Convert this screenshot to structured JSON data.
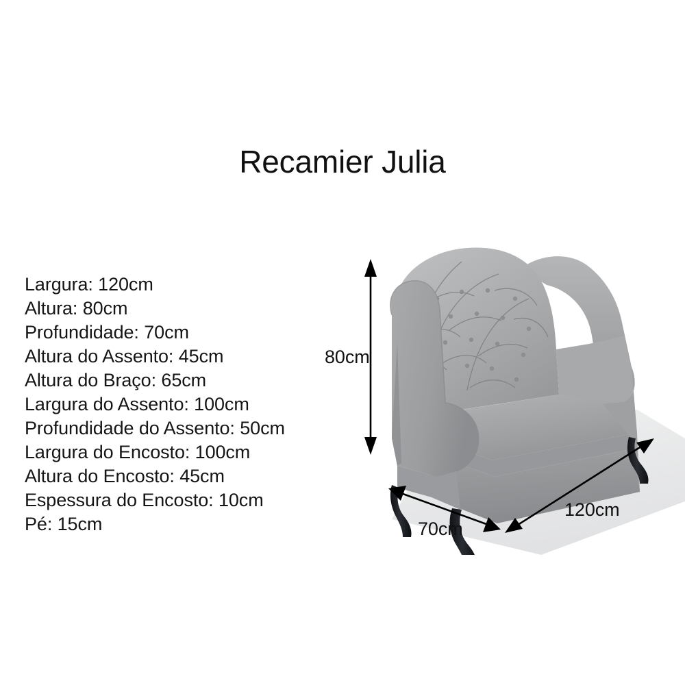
{
  "page": {
    "background_color": "#ffffff",
    "text_color": "#111111"
  },
  "header": {
    "title": "Recamier Julia"
  },
  "specs": {
    "items": [
      {
        "label": "Largura",
        "value": "120cm",
        "text": "Largura: 120cm"
      },
      {
        "label": "Altura",
        "value": "80cm",
        "text": "Altura: 80cm"
      },
      {
        "label": "Profundidade",
        "value": "70cm",
        "text": "Profundidade: 70cm"
      },
      {
        "label": "Altura do Assento",
        "value": "45cm",
        "text": "Altura do Assento: 45cm"
      },
      {
        "label": "Altura do Braço",
        "value": "65cm",
        "text": "Altura do Braço: 65cm"
      },
      {
        "label": "Largura do Assento",
        "value": "100cm",
        "text": "Largura do Assento: 100cm"
      },
      {
        "label": "Profundidade do Assento",
        "value": "50cm",
        "text": "Profundidade do Assento: 50cm"
      },
      {
        "label": "Largura do Encosto",
        "value": "100cm",
        "text": "Largura do Encosto: 100cm"
      },
      {
        "label": "Altura do Encosto",
        "value": "45cm",
        "text": "Altura do Encosto: 45cm"
      },
      {
        "label": "Espessura do Encosto",
        "value": "10cm",
        "text": "Espessura do Encosto: 10cm"
      },
      {
        "label": "Pé",
        "value": "15cm",
        "text": "Pé: 15cm"
      }
    ]
  },
  "figure": {
    "product": "recamier-sofa",
    "upholstery_color": "#a3a4a6",
    "upholstery_shadow_color": "#8d8e91",
    "upholstery_highlight_color": "#b9babc",
    "leg_color": "#1d1f24",
    "floor_shadow_color": "#e3e4e6",
    "dimension_line_color": "#000000",
    "dimensions": {
      "height": "80cm",
      "depth": "70cm",
      "width": "120cm"
    }
  }
}
